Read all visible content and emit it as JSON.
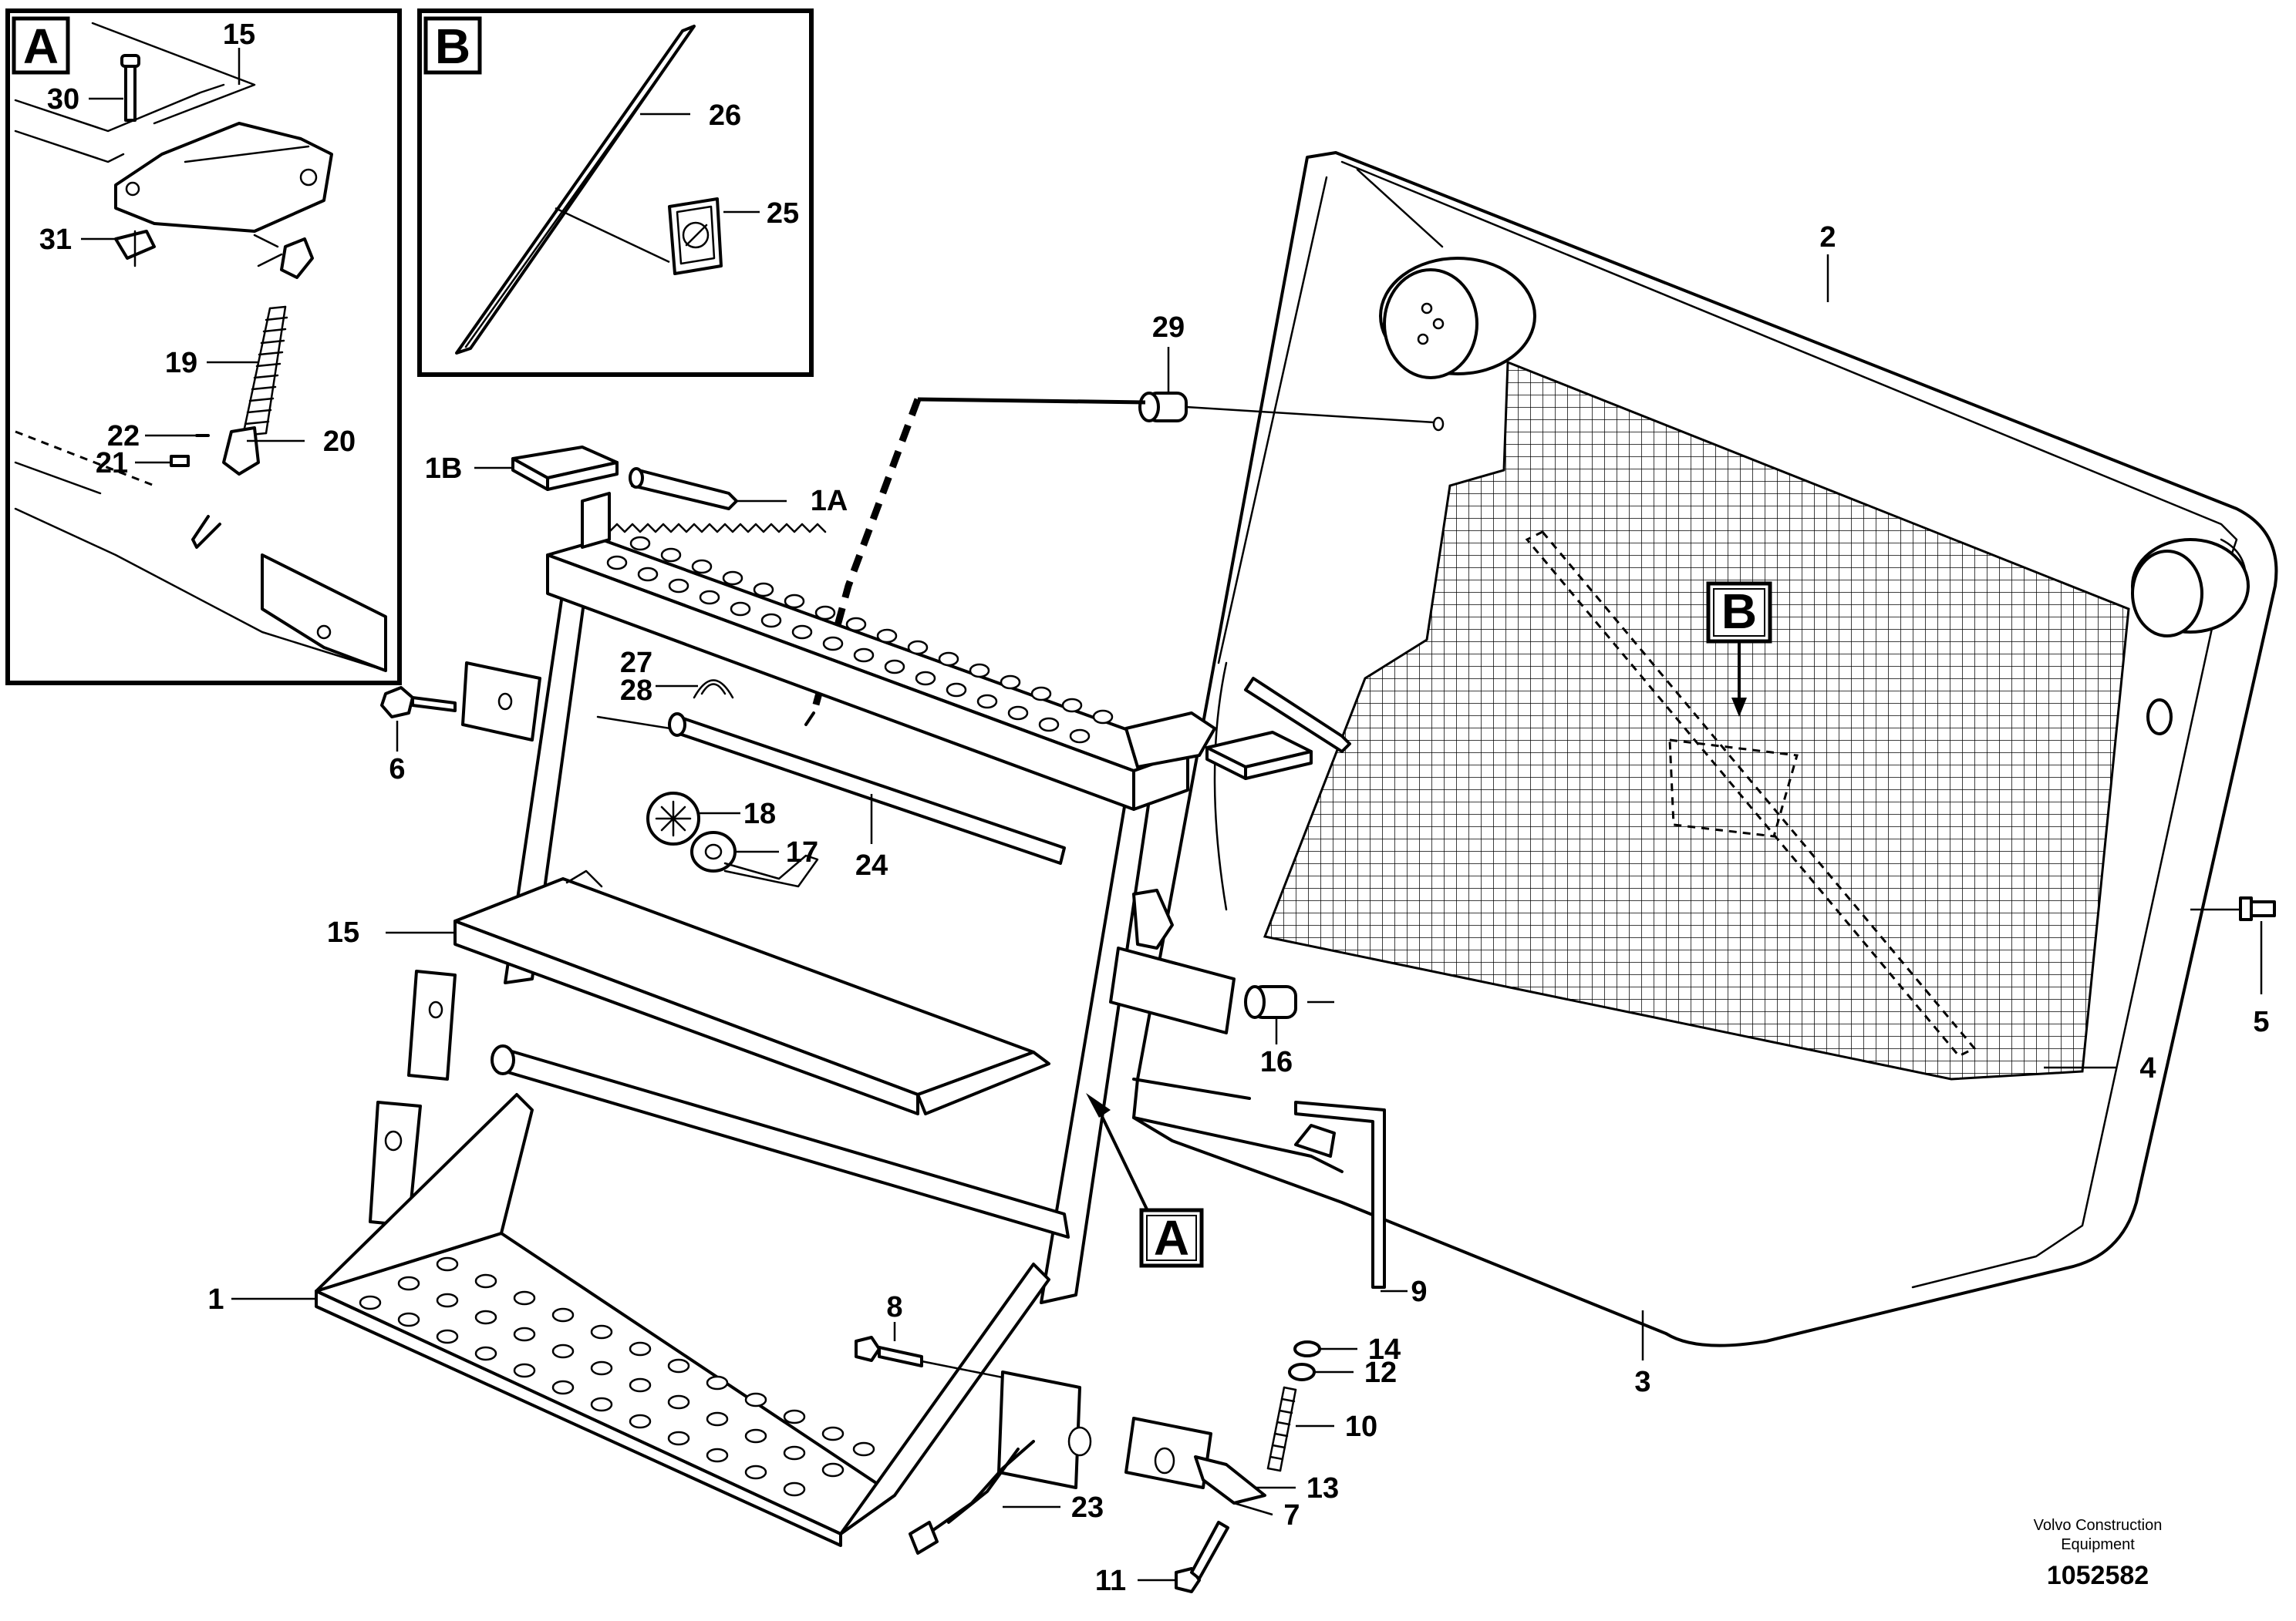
{
  "insets": {
    "a": {
      "tag": "A"
    },
    "b": {
      "tag": "B"
    }
  },
  "detail_markers": {
    "a": "A",
    "b": "B"
  },
  "callouts": {
    "c1": "1",
    "c1a": "1A",
    "c1b": "1B",
    "c2": "2",
    "c3": "3",
    "c4": "4",
    "c5": "5",
    "c6": "6",
    "c7": "7",
    "c8": "8",
    "c9": "9",
    "c10": "10",
    "c11": "11",
    "c12": "12",
    "c13": "13",
    "c14": "14",
    "c15": "15",
    "c16": "16",
    "c17": "17",
    "c18": "18",
    "c23": "23",
    "c24": "24",
    "c27": "27",
    "c28": "28",
    "c29": "29"
  },
  "inset_a_callouts": {
    "c15": "15",
    "c19": "19",
    "c20": "20",
    "c21": "21",
    "c22": "22",
    "c30": "30",
    "c31": "31"
  },
  "inset_b_callouts": {
    "c25": "25",
    "c26": "26"
  },
  "footer": {
    "line1": "Volvo Construction",
    "line2": "Equipment",
    "number": "1052582"
  }
}
